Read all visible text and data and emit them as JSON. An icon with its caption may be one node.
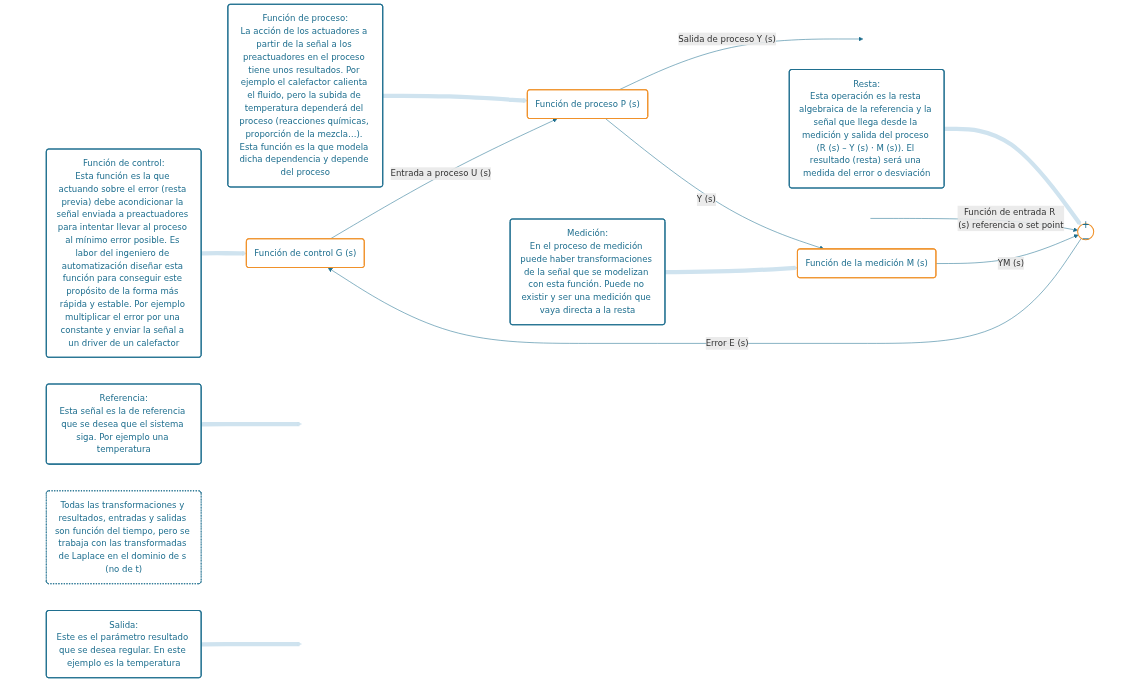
{
  "diagram": {
    "nodes": [
      {
        "text": [
          "Referencia:",
          "Esta señal es la de referencia que se desea que el sistema siga. Por ejemplo una temperatura"
        ]
      },
      {
        "text": [
          "Función de control:",
          "Esta función es la que actuando sobre el error (resta previa) debe acondicionar la señal enviada a preactuadores para intentar llevar al proceso al mínimo error posible. Es labor del ingeniero de automatización diseñar esta función para conseguir este propósito de la forma más rápida y estable. Por ejemplo multiplicar el error por una constante y enviar la señal a un driver de un calefactor"
        ]
      },
      {
        "text": [
          "Función de proceso:",
          "La acción de los actuadores a partir de la señal a los preactuadores en el proceso tiene unos resultados. Por ejemplo el calefactor calienta el fluido, pero la subida de temperatura dependerá del proceso (reacciones químicas, proporción de la mezcla…). Esta función es la que modela dicha dependencia y depende del proceso"
        ]
      },
      {
        "text": [
          "+",
          "−"
        ]
      },
      {
        "text": [
          "Función de control G (s)"
        ]
      },
      {
        "text": [
          "Función de proceso P (s)"
        ]
      },
      {
        "text": [
          "Función de la medición M (s)"
        ]
      },
      {
        "text": [
          "Todas las transformaciones y resultados, entradas y salidas son función del tiempo, pero se trabaja con las transformadas de Laplace en el dominio de s (no de t)"
        ]
      },
      {
        "text": [
          "Resta:",
          "Esta operación es la resta algebraica de la referencia y la señal que llega desde la medición y salida del proceso (R (s) – Y (s) · M (s)). El resultado (resta) será una medida del error o desviación"
        ]
      },
      {
        "text": [
          "Medición:",
          "En el proceso de medición puede haber transformaciones de la señal que se modelizan con esta función. Puede no existir y ser una medición que vaya directa a la resta"
        ]
      },
      {
        "text": [
          "Salida:",
          "Este es el parámetro resultado que se desea regular. En este ejemplo es la temperatura"
        ]
      }
    ],
    "edges": [
      {
        "from": null,
        "to": 3,
        "arrow": "to",
        "label": "Función de entrada R (s) referencia o set point"
      },
      {
        "from": 3,
        "to": 4,
        "arrow": "to",
        "label": "Error E (s)"
      },
      {
        "from": 4,
        "to": 5,
        "arrow": "to",
        "label": "Entrada a proceso U (s)"
      },
      {
        "from": 5,
        "to": null,
        "arrow": "to",
        "label": "Salida de proceso Y (s)"
      },
      {
        "from": 5,
        "to": 6,
        "arrow": "to",
        "label": "Y (s)"
      },
      {
        "from": 6,
        "to": 3,
        "arrow": "to",
        "label": "YM (s)"
      },
      {
        "from": 0,
        "to": null,
        "arrow": "to",
        "style": "thick",
        "color": "#cfe3ef"
      },
      {
        "from": 1,
        "to": 4,
        "arrow": "to",
        "style": "thick",
        "color": "#cfe3ef"
      },
      {
        "from": 2,
        "to": 5,
        "arrow": "to",
        "style": "thick",
        "color": "#cfe3ef"
      },
      {
        "from": 8,
        "to": 3,
        "arrow": "to",
        "style": "thick",
        "color": "#cfe3ef"
      },
      {
        "from": 9,
        "to": 6,
        "arrow": "to",
        "style": "thick",
        "color": "#cfe3ef"
      },
      {
        "from": 10,
        "to": null,
        "arrow": "to",
        "style": "thick",
        "color": "#cfe3ef"
      }
    ]
  }
}
